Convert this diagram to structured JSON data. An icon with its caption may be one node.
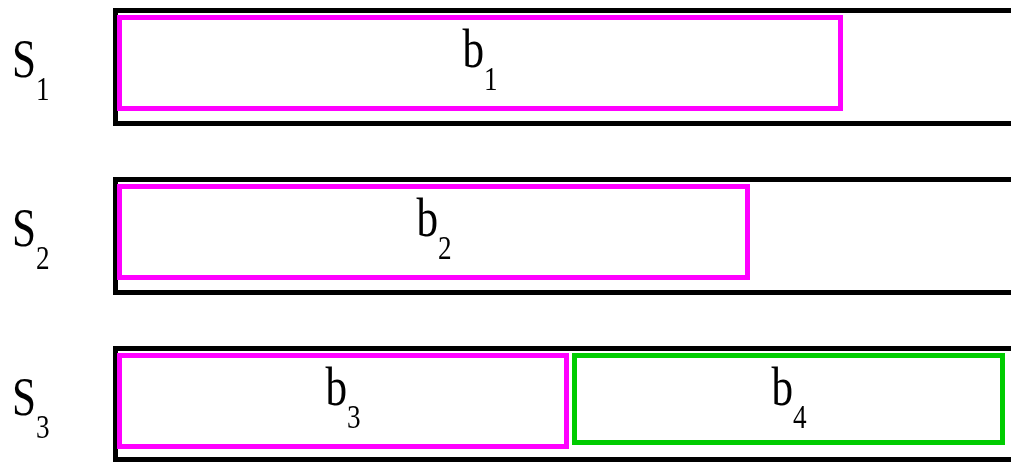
{
  "diagram": {
    "nodes": [
      {
        "text": [
          "S$_{1}$"
        ]
      },
      {
        "text": [
          "b$_{1}$"
        ],
        "in": 0
      },
      {
        "text": [
          "S$_{2}$"
        ]
      },
      {
        "text": [
          "b$_{2}$"
        ],
        "in": 2
      },
      {
        "text": [
          "S$_{3}$"
        ]
      },
      {
        "text": [
          "b$_{3}$"
        ],
        "in": 4
      },
      {
        "text": [
          "b$_{4}$"
        ],
        "in": 4
      }
    ]
  }
}
